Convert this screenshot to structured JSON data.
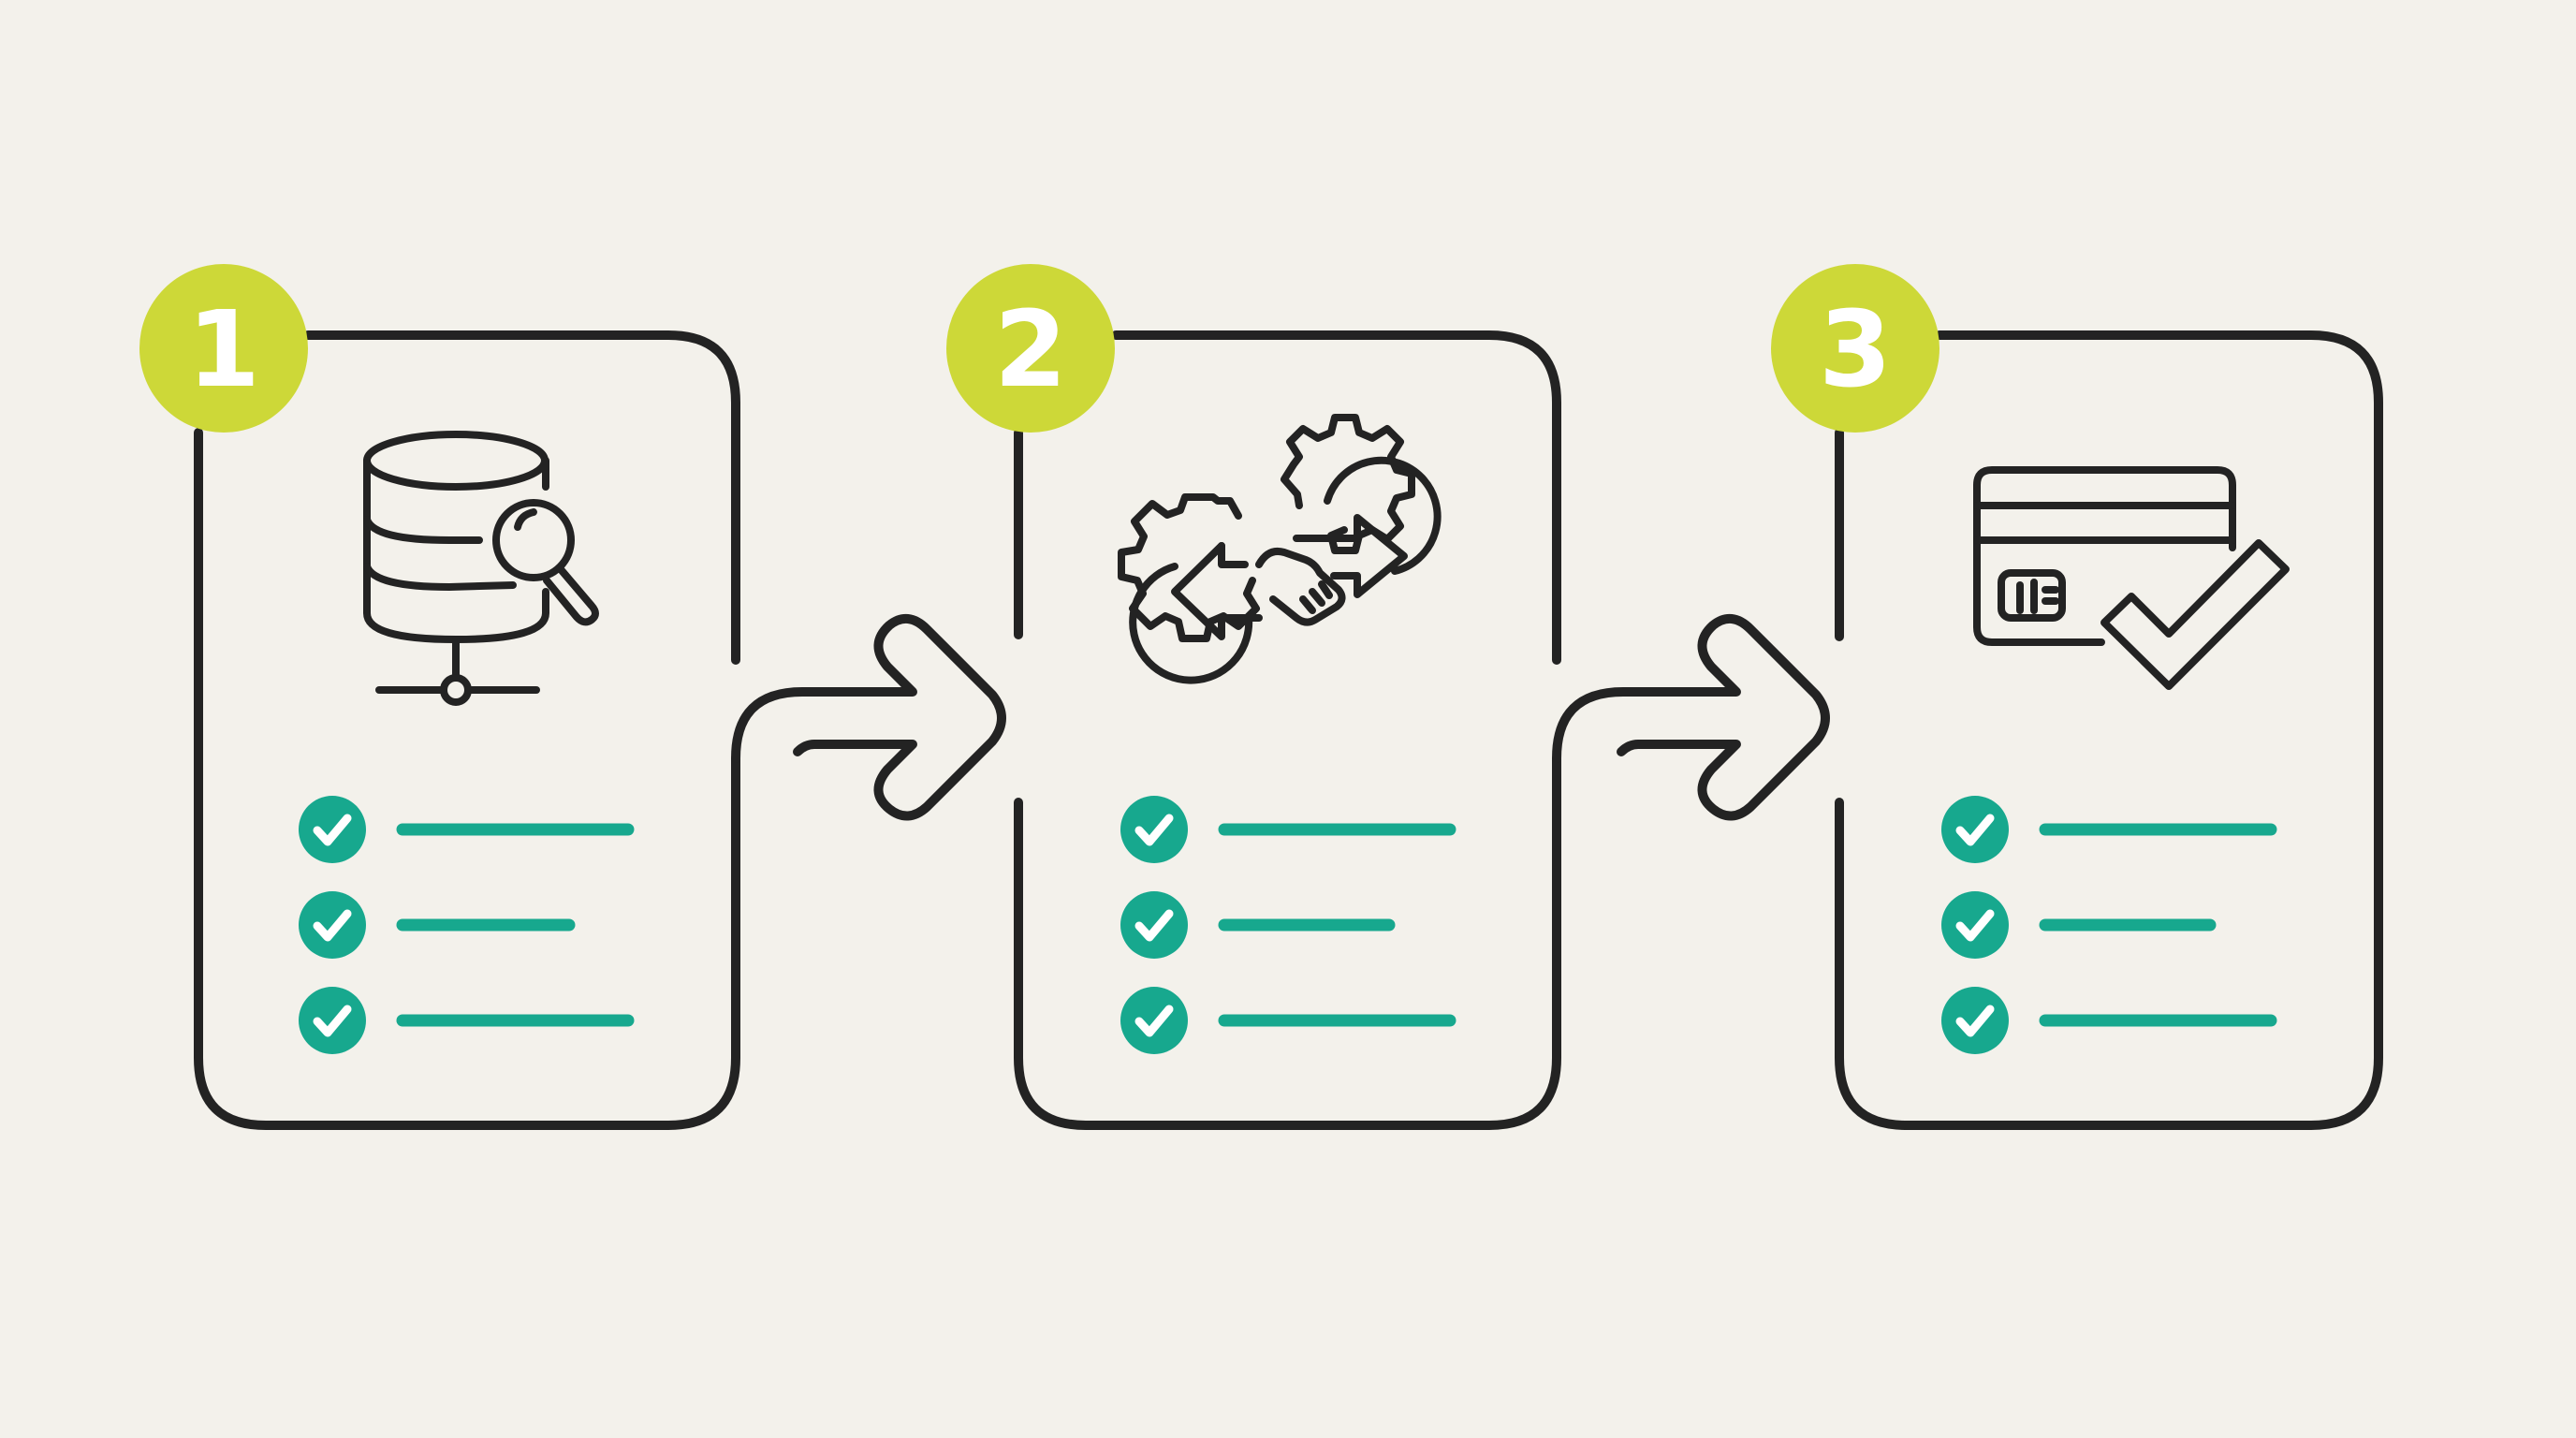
{
  "diagram": {
    "type": "three-step-process-flow",
    "colors": {
      "background": "#F3F1EB",
      "outline": "#232323",
      "badge": "#CDD838",
      "badge_text": "#FFFFFF",
      "check": "#17A88E",
      "check_mark": "#FFFFFF",
      "bar": "#17A88E"
    },
    "steps": [
      {
        "number": "1",
        "icon": "database-search-icon",
        "checklist": [
          {
            "icon": "check-circle-icon",
            "bar_length": "long"
          },
          {
            "icon": "check-circle-icon",
            "bar_length": "short"
          },
          {
            "icon": "check-circle-icon",
            "bar_length": "long"
          }
        ]
      },
      {
        "number": "2",
        "icon": "gears-handshake-icon",
        "checklist": [
          {
            "icon": "check-circle-icon",
            "bar_length": "long"
          },
          {
            "icon": "check-circle-icon",
            "bar_length": "short"
          },
          {
            "icon": "check-circle-icon",
            "bar_length": "long"
          }
        ]
      },
      {
        "number": "3",
        "icon": "credit-card-approved-icon",
        "checklist": [
          {
            "icon": "check-circle-icon",
            "bar_length": "long"
          },
          {
            "icon": "check-circle-icon",
            "bar_length": "short"
          },
          {
            "icon": "check-circle-icon",
            "bar_length": "long"
          }
        ]
      }
    ],
    "connectors": [
      {
        "from": "1",
        "to": "2",
        "icon": "arrow-right-icon"
      },
      {
        "from": "2",
        "to": "3",
        "icon": "arrow-right-icon"
      }
    ]
  }
}
